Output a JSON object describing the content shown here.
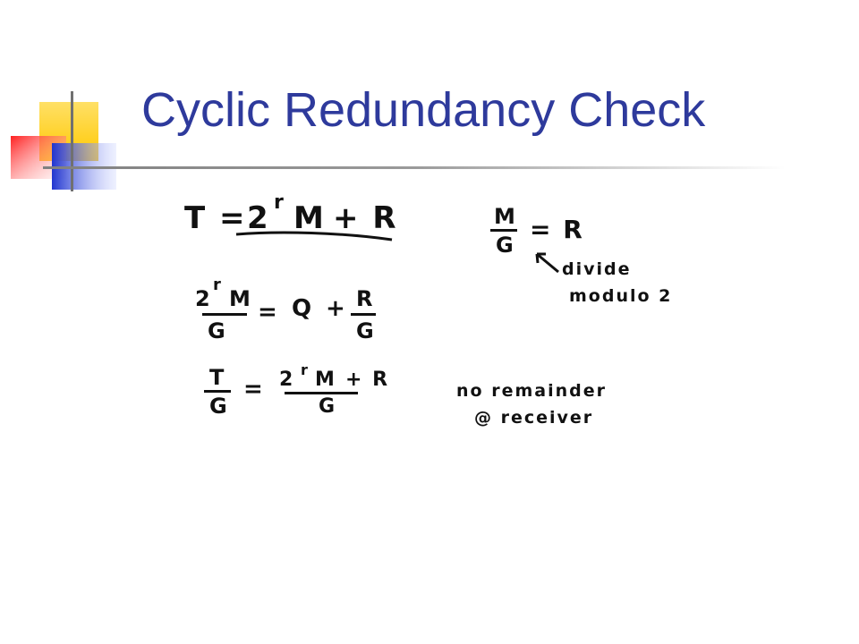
{
  "slide": {
    "title": "Cyclic Redundancy Check",
    "colors": {
      "title": "#2e3a9c",
      "deco_yellow": "#ffd21e",
      "deco_red": "#ff3c3c",
      "deco_blue": "#3a4fd6",
      "ink": "#111111"
    }
  },
  "equations": {
    "eq1": {
      "lhs": "T =",
      "term1": "2",
      "sup": "r",
      "term2": "M",
      "term3": "+ R"
    },
    "eq2": {
      "num": "2",
      "num_sup": "r",
      "num_m": "M",
      "den": "G",
      "eq": "=",
      "q": "Q",
      "plus": "+",
      "r_num": "R",
      "r_den": "G"
    },
    "eq3": {
      "num": "T",
      "den": "G",
      "eq": "=",
      "rhs_2": "2",
      "rhs_sup": "r",
      "rhs_m": "M",
      "rhs_plus": "+ R",
      "rhs_den": "G"
    },
    "eq4": {
      "num": "M",
      "den": "G",
      "eq": "= R"
    },
    "note_divide": {
      "line1": "divide",
      "line2": "modulo 2"
    },
    "note_remainder": {
      "line1": "no remainder",
      "line2": "@ receiver"
    }
  }
}
